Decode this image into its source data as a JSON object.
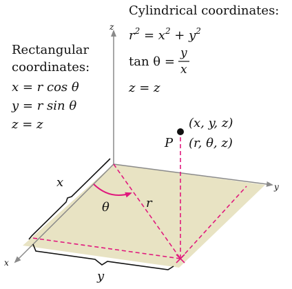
{
  "cylindrical": {
    "title": "Cylindrical coordinates:",
    "eq1_lhs": "r",
    "eq1_mid": " = x",
    "eq1_tail": " + y",
    "exp2": "2",
    "eq2_lhs": "tan θ =",
    "eq2_num": "y",
    "eq2_den": "x",
    "eq3": "z = z"
  },
  "rectangular": {
    "title_line1": "Rectangular",
    "title_line2": "coordinates:",
    "eq1": "x = r cos θ",
    "eq2": "y = r sin θ",
    "eq3": "z = z"
  },
  "point": {
    "name": "P",
    "rect_coords": "(x, y, z)",
    "cyl_coords": "(r, θ, z)"
  },
  "axes": {
    "x": "x",
    "y": "y",
    "z": "z"
  },
  "labels": {
    "x_dim": "x",
    "y_dim": "y",
    "r": "r",
    "theta": "θ"
  },
  "colors": {
    "plane": "#e8e3c3",
    "axis": "#8a8a8a",
    "dashed": "#e0197d",
    "arc": "#e0197d",
    "text": "#111111"
  }
}
